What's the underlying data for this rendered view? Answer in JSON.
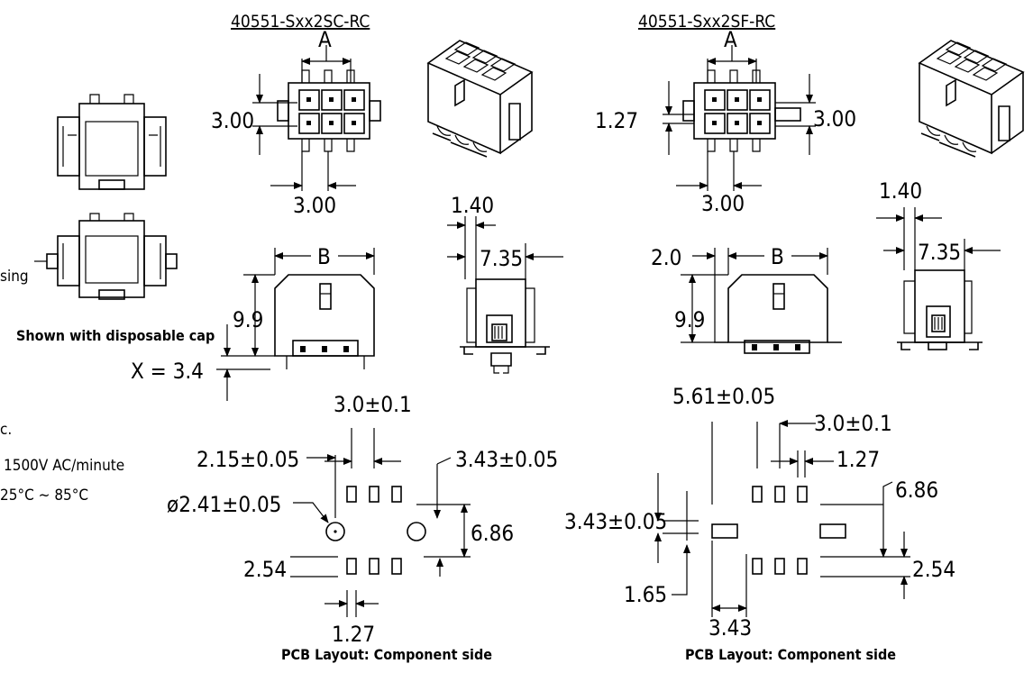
{
  "titles": {
    "left": "40551-Sxx2SC-RC",
    "right": "40551-Sxx2SF-RC"
  },
  "captions": {
    "disposable_cap": "Shown with disposable cap",
    "partial_left": "sing",
    "pcb_left": "PCB Layout: Component side",
    "pcb_right": "PCB Layout: Component side"
  },
  "notes": {
    "note_a": "c.",
    "note_b": "1500V AC/minute",
    "note_c": "25°C ~ 85°C"
  },
  "dims_left": {
    "A": "A",
    "height_300": "3.00",
    "pitch_300": "3.00",
    "side_140": "1.40",
    "side_735": "7.35",
    "B": "B",
    "h_99": "9.9",
    "x_34": "X = 3.4"
  },
  "dims_right": {
    "A": "A",
    "h_127": "1.27",
    "height_300": "3.00",
    "pitch_300": "3.00",
    "side_140": "1.40",
    "side_735": "7.35",
    "B": "B",
    "d_20": "2.0",
    "h_99": "9.9"
  },
  "pcb_left": {
    "d_30": "3.0±0.1",
    "d_215": "2.15±0.05",
    "d_343": "3.43±0.05",
    "d_241": "ø2.41±0.05",
    "d_686": "6.86",
    "d_254": "2.54",
    "d_127": "1.27"
  },
  "pcb_right": {
    "d_561": "5.61±0.05",
    "d_30": "3.0±0.1",
    "d_127": "1.27",
    "d_686": "6.86",
    "d_343": "3.43±0.05",
    "d_254": "2.54",
    "d_165": "1.65",
    "d_343b": "3.43"
  },
  "colors": {
    "ink": "#000000",
    "paper": "#ffffff"
  }
}
